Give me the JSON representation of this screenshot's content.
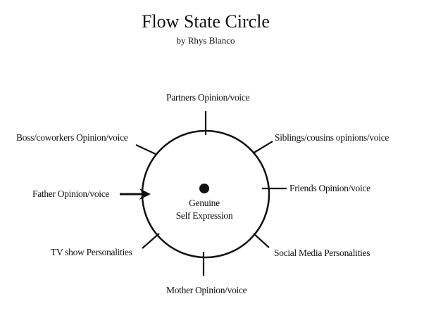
{
  "title": "Flow State Circle",
  "subtitle": "by Rhys Blanco",
  "center": {
    "line1": "Genuine",
    "line2": "Self Expression"
  },
  "labels": {
    "partners": "Partners Opinion/voice",
    "siblings": "Siblings/cousins opinions/voice",
    "friends": "Friends Opinion/voice",
    "social_media": "Social Media Personalities",
    "mother": "Mother Opinion/voice",
    "tv": "TV show Personalities",
    "father": "Father Opinion/voice",
    "boss": "Boss/coworkers Opinion/voice"
  }
}
